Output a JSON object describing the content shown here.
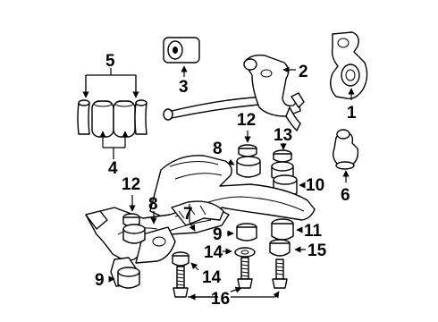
{
  "callouts": {
    "c1": "1",
    "c2": "2",
    "c3": "3",
    "c4": "4",
    "c5": "5",
    "c6": "6",
    "c7": "7",
    "c8a": "8",
    "c8b": "8",
    "c9a": "9",
    "c9b": "9",
    "c10": "10",
    "c11": "11",
    "c12a": "12",
    "c12b": "12",
    "c13": "13",
    "c14a": "14",
    "c14b": "14",
    "c15": "15",
    "c16": "16"
  },
  "colors": {
    "line": "#000000",
    "fill": "#ffffff"
  }
}
